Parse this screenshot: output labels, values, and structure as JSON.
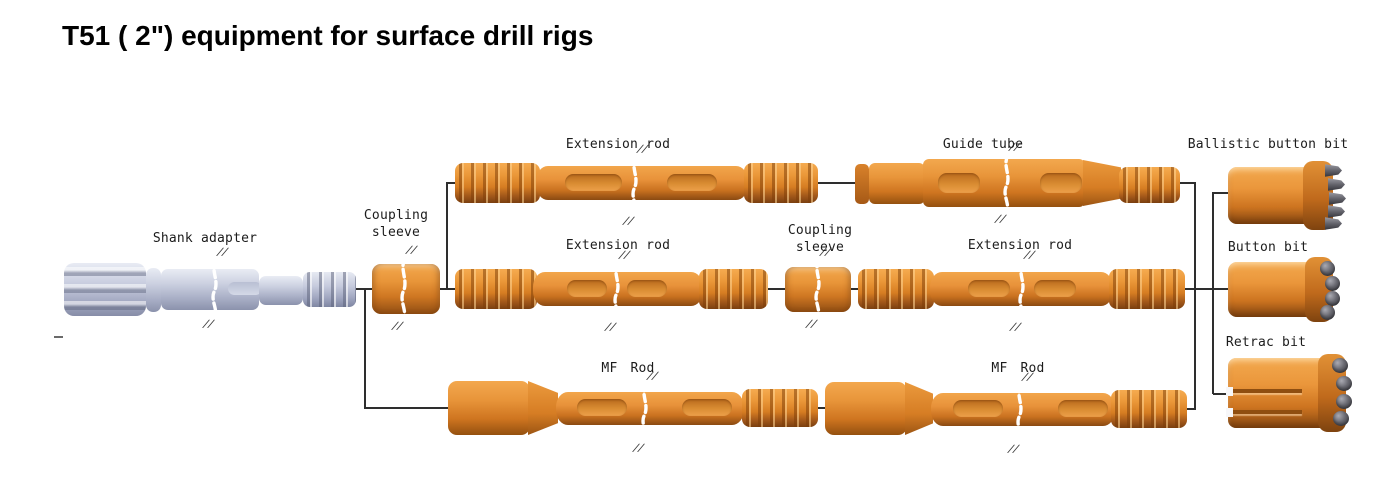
{
  "title": "T51 ( 2\") equipment for surface drill rigs",
  "labels": {
    "shank_adapter": "Shank adapter",
    "coupling_sleeve_line1": "Coupling",
    "coupling_sleeve_line2": "sleeve",
    "extension_rod": "Extension rod",
    "guide_tube": "Guide tube",
    "ballistic_button_bit": "Ballistic button bit",
    "button_bit": "Button bit",
    "retrac_bit": "Retrac bit",
    "mf_rod": "MF Rod"
  },
  "glyphs": {
    "break_mark": "//"
  },
  "colors": {
    "background": "#ffffff",
    "title_color": "#000000",
    "label_color": "#1c1c1c",
    "line": "#2e2e2e",
    "rod_orange": "#e8923a",
    "rod_highlight": "#f5ab50",
    "rod_shadow": "#7a3f10",
    "steel_light": "#e9ecf4",
    "steel_dark": "#8b92ac",
    "button_gray": "#5f5f67"
  }
}
